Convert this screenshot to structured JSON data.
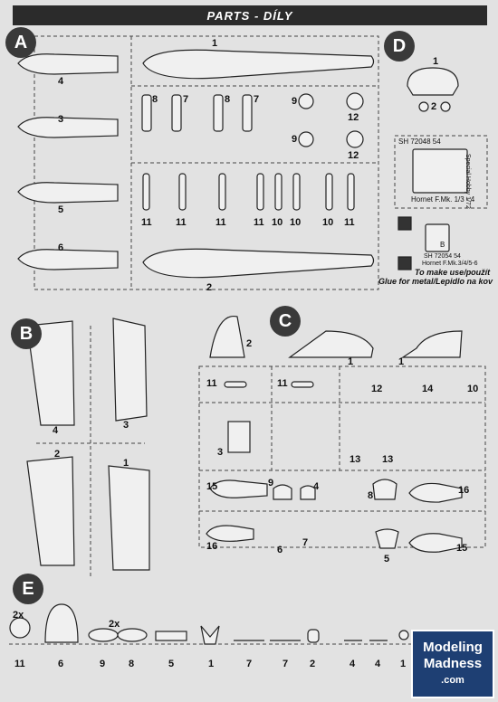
{
  "header": {
    "title": "PARTS  -  DÍLY"
  },
  "sections": {
    "a": "A",
    "b": "B",
    "c": "C",
    "d": "D",
    "e": "E"
  },
  "sprue_a": {
    "labels": [
      "1",
      "4",
      "3",
      "5",
      "6",
      "2",
      "8",
      "7",
      "8",
      "7",
      "9",
      "9",
      "12",
      "12",
      "11",
      "11",
      "11",
      "11",
      "10",
      "10",
      "10",
      "11"
    ]
  },
  "sprue_b": {
    "labels": [
      "4",
      "3",
      "2",
      "1"
    ]
  },
  "sprue_c": {
    "labels": [
      "2",
      "1",
      "1",
      "11",
      "11",
      "12",
      "14",
      "10",
      "3",
      "13",
      "13",
      "15",
      "9",
      "4",
      "8",
      "16",
      "16",
      "6",
      "7",
      "5",
      "15"
    ]
  },
  "sprue_d": {
    "labels": [
      "1",
      "2"
    ],
    "pe_code_1": "SH 72048 54",
    "pe_brand": "Special Hobby 1/72",
    "pe_caption_1": "Hornet F.Mk. 1/3 - 4",
    "pe_code_2": "SH 72054 54",
    "pe_caption_2": "Hornet F.Mk.3/4/5-6",
    "pe_part": "B",
    "glue_note_1": "To make use/použít",
    "glue_note_2": "Glue for metal/Lepidlo na kov"
  },
  "sprue_e": {
    "multiplier": "2x",
    "labels": [
      "11",
      "6",
      "9",
      "8",
      "5",
      "1",
      "7",
      "7",
      "2",
      "4",
      "4",
      "1"
    ]
  },
  "watermark": {
    "line1": "Modeling",
    "line2": "Madness",
    "line3": ".com"
  }
}
